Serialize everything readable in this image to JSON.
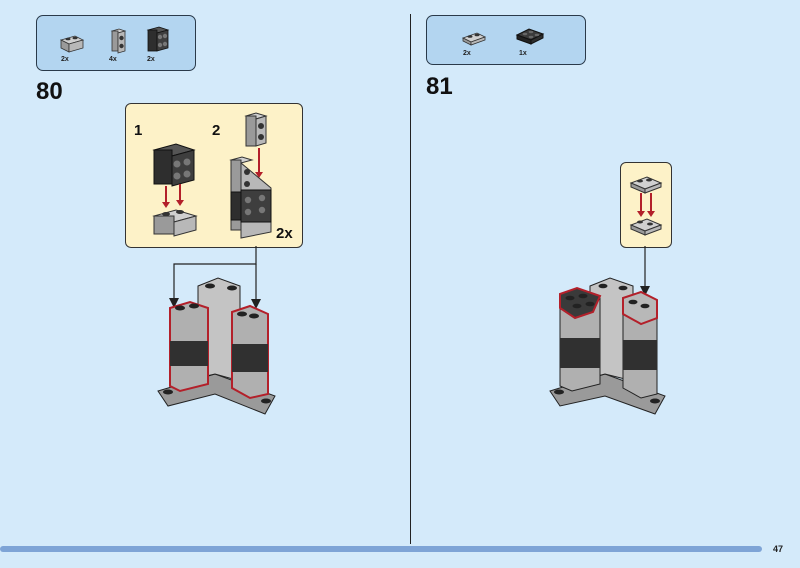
{
  "page_number": "47",
  "steps": [
    {
      "number": "80",
      "parts": [
        {
          "icon": "light-gray-brick-1x2",
          "qty": "2x"
        },
        {
          "icon": "light-gray-brick-1x1-side-studs",
          "qty": "4x"
        },
        {
          "icon": "dark-gray-brick-2x2-side-studs",
          "qty": "2x"
        }
      ],
      "callout": {
        "substeps": [
          "1",
          "2"
        ],
        "multiplier": "2x"
      }
    },
    {
      "number": "81",
      "parts": [
        {
          "icon": "light-gray-plate-1x2",
          "qty": "2x"
        },
        {
          "icon": "dark-gray-plate-2x2-corner",
          "qty": "1x"
        }
      ]
    }
  ],
  "colors": {
    "background": "#d4eafa",
    "parts_box": "#b3d5f0",
    "callout": "#fdf2c8",
    "highlight": "#b3202a",
    "light_gray": "#a8a8a8",
    "dark_gray": "#3a3a3a"
  }
}
